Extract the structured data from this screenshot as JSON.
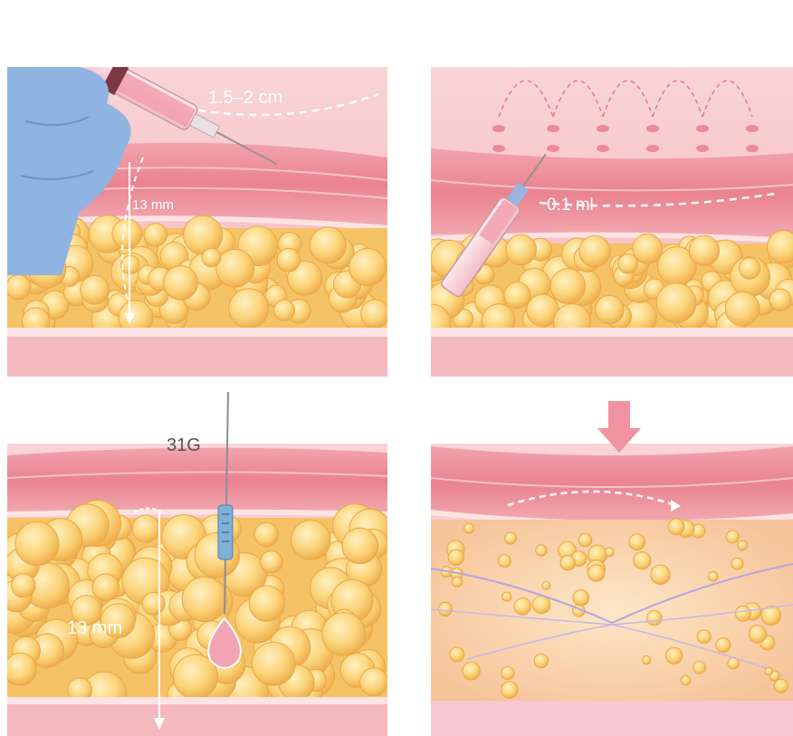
{
  "panels": {
    "injection_angle": {
      "distance_label": "1.5–2 cm",
      "depth_label": "13 mm"
    },
    "microinjections": {
      "volume_label": "0.1 ml"
    },
    "needle_gauge": {
      "gauge_label": "31G",
      "depth_label": "13 mm"
    },
    "result": {}
  },
  "colors": {
    "skin_surface": "#f7c9cd",
    "dermis": "#ee8f9c",
    "fat": "#f8c970",
    "fat_cell": "#fbd987",
    "fascia": "#f9d6d8",
    "glove": "#8eb3e0",
    "vessel": "#b8a6e0"
  }
}
